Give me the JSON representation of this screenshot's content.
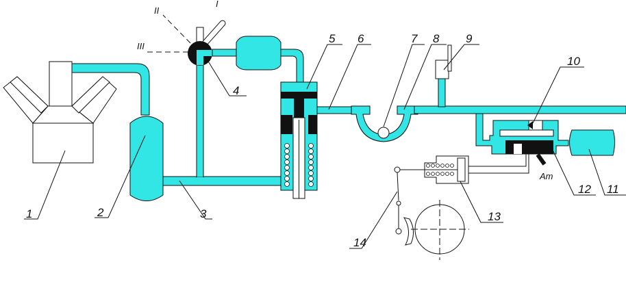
{
  "title": "Pneumatic brake system schematic",
  "colors": {
    "air": "#33e6e6",
    "solid": "#111111"
  },
  "labels": {
    "n1": "1",
    "n2": "2",
    "n3": "3",
    "n4": "4",
    "n5": "5",
    "n6": "6",
    "n7": "7",
    "n8": "8",
    "n9": "9",
    "n10": "10",
    "n11": "11",
    "n12": "12",
    "n13": "13",
    "n14": "14",
    "pos_I": "I",
    "pos_II": "II",
    "pos_III": "III",
    "atm": "Ат"
  }
}
